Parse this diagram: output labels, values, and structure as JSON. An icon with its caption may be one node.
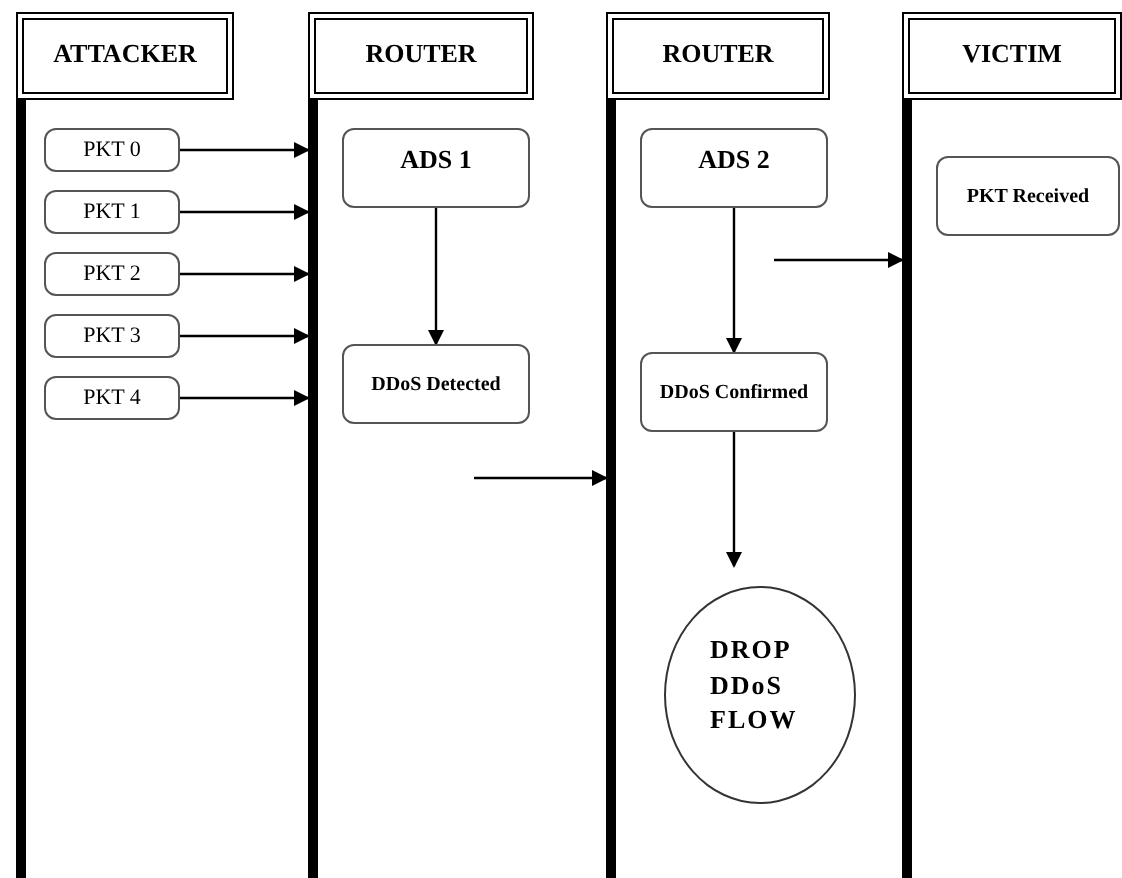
{
  "diagram": {
    "nodes": [
      {
        "text": [
          "ATTACKER"
        ]
      },
      {
        "text": [
          "PKT 0"
        ],
        "in": 0
      },
      {
        "text": [
          "PKT 1"
        ],
        "in": 0
      },
      {
        "text": [
          "PKT 2"
        ],
        "in": 0
      },
      {
        "text": [
          "PKT 3"
        ],
        "in": 0
      },
      {
        "text": [
          "PKT 4"
        ],
        "in": 0
      },
      {
        "text": [
          "ROUTER"
        ]
      },
      {
        "text": [
          "ADS 1"
        ],
        "in": 6
      },
      {
        "text": [
          "DDoS Detected"
        ],
        "in": 6
      },
      {
        "text": [
          "ROUTER"
        ]
      },
      {
        "text": [
          "ADS 2"
        ],
        "in": 9
      },
      {
        "text": [
          "DDoS Confirmed"
        ],
        "in": 9
      },
      {
        "text": [
          "DROP DDoS FLOW"
        ],
        "in": 9
      },
      {
        "text": [
          "VICTIM"
        ]
      },
      {
        "text": [
          "PKT Received"
        ],
        "in": 13
      }
    ],
    "edges": [
      {
        "from": 1,
        "to": 6,
        "arrow": "to"
      },
      {
        "from": 2,
        "to": 6,
        "arrow": "to"
      },
      {
        "from": 3,
        "to": 6,
        "arrow": "to"
      },
      {
        "from": 4,
        "to": 6,
        "arrow": "to"
      },
      {
        "from": 5,
        "to": 6,
        "arrow": "to"
      },
      {
        "from": 7,
        "to": 8,
        "arrow": "to"
      },
      {
        "from": null,
        "to": 9,
        "arrow": "to"
      },
      {
        "from": 10,
        "to": 11,
        "arrow": "to"
      },
      {
        "from": null,
        "to": 13,
        "arrow": "to"
      },
      {
        "from": 11,
        "to": 12,
        "arrow": "to"
      }
    ]
  }
}
